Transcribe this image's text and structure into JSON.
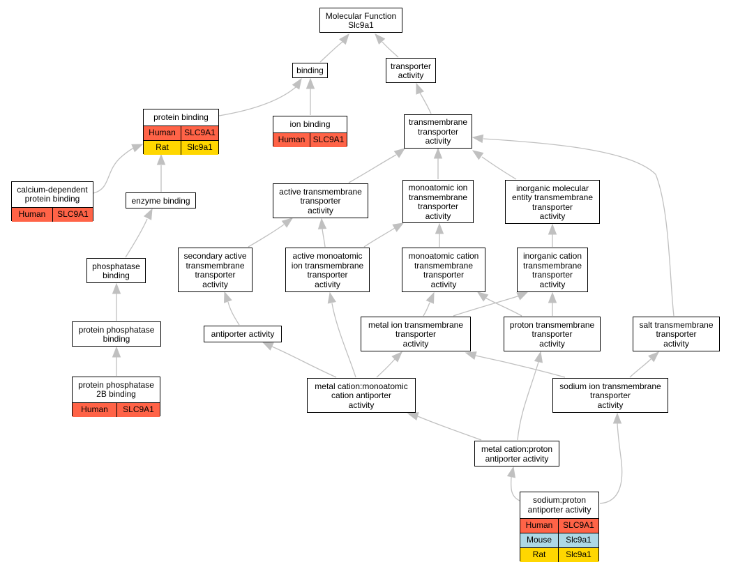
{
  "palette": {
    "edge": "#c0c0c0",
    "border": "#000000",
    "node_bg": "#ffffff",
    "Human": "#ff6347",
    "Mouse": "#add8e6",
    "Rat": "#ffd700"
  },
  "nodes": [
    {
      "id": "molecular-function",
      "label": "Molecular Function\nSlc9a1",
      "orthologs": []
    },
    {
      "id": "binding",
      "label": "binding",
      "orthologs": []
    },
    {
      "id": "transporter-activity",
      "label": "transporter\nactivity",
      "orthologs": []
    },
    {
      "id": "protein-binding",
      "label": "protein binding",
      "orthologs": [
        {
          "species": "Human",
          "gene": "SLC9A1"
        },
        {
          "species": "Rat",
          "gene": "Slc9a1"
        }
      ]
    },
    {
      "id": "ion-binding",
      "label": "ion binding",
      "orthologs": [
        {
          "species": "Human",
          "gene": "SLC9A1"
        }
      ]
    },
    {
      "id": "transmembrane-transporter-activity",
      "label": "transmembrane\ntransporter\nactivity",
      "orthologs": []
    },
    {
      "id": "calcium-dependent-protein-binding",
      "label": "calcium-dependent\nprotein binding",
      "orthologs": [
        {
          "species": "Human",
          "gene": "SLC9A1"
        }
      ]
    },
    {
      "id": "enzyme-binding",
      "label": "enzyme binding",
      "orthologs": []
    },
    {
      "id": "active-transmembrane-transporter-activity",
      "label": "active transmembrane\ntransporter\nactivity",
      "orthologs": []
    },
    {
      "id": "monoatomic-ion-transmembrane-transporter-activity",
      "label": "monoatomic ion\ntransmembrane\ntransporter\nactivity",
      "orthologs": []
    },
    {
      "id": "inorganic-molecular-entity-transmembrane-transporter-activity",
      "label": "inorganic molecular\nentity transmembrane\ntransporter\nactivity",
      "orthologs": []
    },
    {
      "id": "phosphatase-binding",
      "label": "phosphatase\nbinding",
      "orthologs": []
    },
    {
      "id": "secondary-active-transmembrane-transporter-activity",
      "label": "secondary active\ntransmembrane\ntransporter\nactivity",
      "orthologs": []
    },
    {
      "id": "active-monoatomic-ion-transmembrane-transporter-activity",
      "label": "active monoatomic\nion transmembrane\ntransporter\nactivity",
      "orthologs": []
    },
    {
      "id": "monoatomic-cation-transmembrane-transporter-activity",
      "label": "monoatomic cation\ntransmembrane\ntransporter\nactivity",
      "orthologs": []
    },
    {
      "id": "inorganic-cation-transmembrane-transporter-activity",
      "label": "inorganic cation\ntransmembrane\ntransporter\nactivity",
      "orthologs": []
    },
    {
      "id": "protein-phosphatase-binding",
      "label": "protein phosphatase\nbinding",
      "orthologs": []
    },
    {
      "id": "antiporter-activity",
      "label": "antiporter activity",
      "orthologs": []
    },
    {
      "id": "metal-ion-transmembrane-transporter-activity",
      "label": "metal ion transmembrane\ntransporter\nactivity",
      "orthologs": []
    },
    {
      "id": "proton-transmembrane-transporter-activity",
      "label": "proton transmembrane\ntransporter\nactivity",
      "orthologs": []
    },
    {
      "id": "salt-transmembrane-transporter-activity",
      "label": "salt transmembrane\ntransporter\nactivity",
      "orthologs": []
    },
    {
      "id": "protein-phosphatase-2b-binding",
      "label": "protein phosphatase\n2B binding",
      "orthologs": [
        {
          "species": "Human",
          "gene": "SLC9A1"
        }
      ]
    },
    {
      "id": "metal-cation-monoatomic-cation-antiporter-activity",
      "label": "metal cation:monoatomic\ncation antiporter\nactivity",
      "orthologs": []
    },
    {
      "id": "sodium-ion-transmembrane-transporter-activity",
      "label": "sodium ion transmembrane\ntransporter\nactivity",
      "orthologs": []
    },
    {
      "id": "metal-cation-proton-antiporter-activity",
      "label": "metal cation:proton\nantiporter activity",
      "orthologs": []
    },
    {
      "id": "sodium-proton-antiporter-activity",
      "label": "sodium:proton\nantiporter activity",
      "orthologs": [
        {
          "species": "Human",
          "gene": "SLC9A1"
        },
        {
          "species": "Mouse",
          "gene": "Slc9a1"
        },
        {
          "species": "Rat",
          "gene": "Slc9a1"
        }
      ]
    }
  ],
  "edges": [
    {
      "from": "binding",
      "to": "molecular-function"
    },
    {
      "from": "transporter-activity",
      "to": "molecular-function"
    },
    {
      "from": "protein-binding",
      "to": "binding"
    },
    {
      "from": "ion-binding",
      "to": "binding"
    },
    {
      "from": "transmembrane-transporter-activity",
      "to": "transporter-activity"
    },
    {
      "from": "calcium-dependent-protein-binding",
      "to": "protein-binding"
    },
    {
      "from": "enzyme-binding",
      "to": "protein-binding"
    },
    {
      "from": "phosphatase-binding",
      "to": "enzyme-binding"
    },
    {
      "from": "protein-phosphatase-binding",
      "to": "phosphatase-binding"
    },
    {
      "from": "protein-phosphatase-2b-binding",
      "to": "protein-phosphatase-binding"
    },
    {
      "from": "active-transmembrane-transporter-activity",
      "to": "transmembrane-transporter-activity"
    },
    {
      "from": "monoatomic-ion-transmembrane-transporter-activity",
      "to": "transmembrane-transporter-activity"
    },
    {
      "from": "inorganic-molecular-entity-transmembrane-transporter-activity",
      "to": "transmembrane-transporter-activity"
    },
    {
      "from": "salt-transmembrane-transporter-activity",
      "to": "transmembrane-transporter-activity"
    },
    {
      "from": "secondary-active-transmembrane-transporter-activity",
      "to": "active-transmembrane-transporter-activity"
    },
    {
      "from": "active-monoatomic-ion-transmembrane-transporter-activity",
      "to": "active-transmembrane-transporter-activity"
    },
    {
      "from": "active-monoatomic-ion-transmembrane-transporter-activity",
      "to": "monoatomic-ion-transmembrane-transporter-activity"
    },
    {
      "from": "monoatomic-cation-transmembrane-transporter-activity",
      "to": "monoatomic-ion-transmembrane-transporter-activity"
    },
    {
      "from": "inorganic-cation-transmembrane-transporter-activity",
      "to": "inorganic-molecular-entity-transmembrane-transporter-activity"
    },
    {
      "from": "antiporter-activity",
      "to": "secondary-active-transmembrane-transporter-activity"
    },
    {
      "from": "metal-ion-transmembrane-transporter-activity",
      "to": "monoatomic-cation-transmembrane-transporter-activity"
    },
    {
      "from": "metal-ion-transmembrane-transporter-activity",
      "to": "inorganic-cation-transmembrane-transporter-activity"
    },
    {
      "from": "proton-transmembrane-transporter-activity",
      "to": "monoatomic-cation-transmembrane-transporter-activity"
    },
    {
      "from": "proton-transmembrane-transporter-activity",
      "to": "inorganic-cation-transmembrane-transporter-activity"
    },
    {
      "from": "metal-cation-monoatomic-cation-antiporter-activity",
      "to": "antiporter-activity"
    },
    {
      "from": "metal-cation-monoatomic-cation-antiporter-activity",
      "to": "active-monoatomic-ion-transmembrane-transporter-activity"
    },
    {
      "from": "metal-cation-monoatomic-cation-antiporter-activity",
      "to": "metal-ion-transmembrane-transporter-activity"
    },
    {
      "from": "sodium-ion-transmembrane-transporter-activity",
      "to": "metal-ion-transmembrane-transporter-activity"
    },
    {
      "from": "sodium-ion-transmembrane-transporter-activity",
      "to": "salt-transmembrane-transporter-activity"
    },
    {
      "from": "metal-cation-proton-antiporter-activity",
      "to": "metal-cation-monoatomic-cation-antiporter-activity"
    },
    {
      "from": "metal-cation-proton-antiporter-activity",
      "to": "proton-transmembrane-transporter-activity"
    },
    {
      "from": "sodium-proton-antiporter-activity",
      "to": "metal-cation-proton-antiporter-activity"
    },
    {
      "from": "sodium-proton-antiporter-activity",
      "to": "sodium-ion-transmembrane-transporter-activity"
    }
  ]
}
